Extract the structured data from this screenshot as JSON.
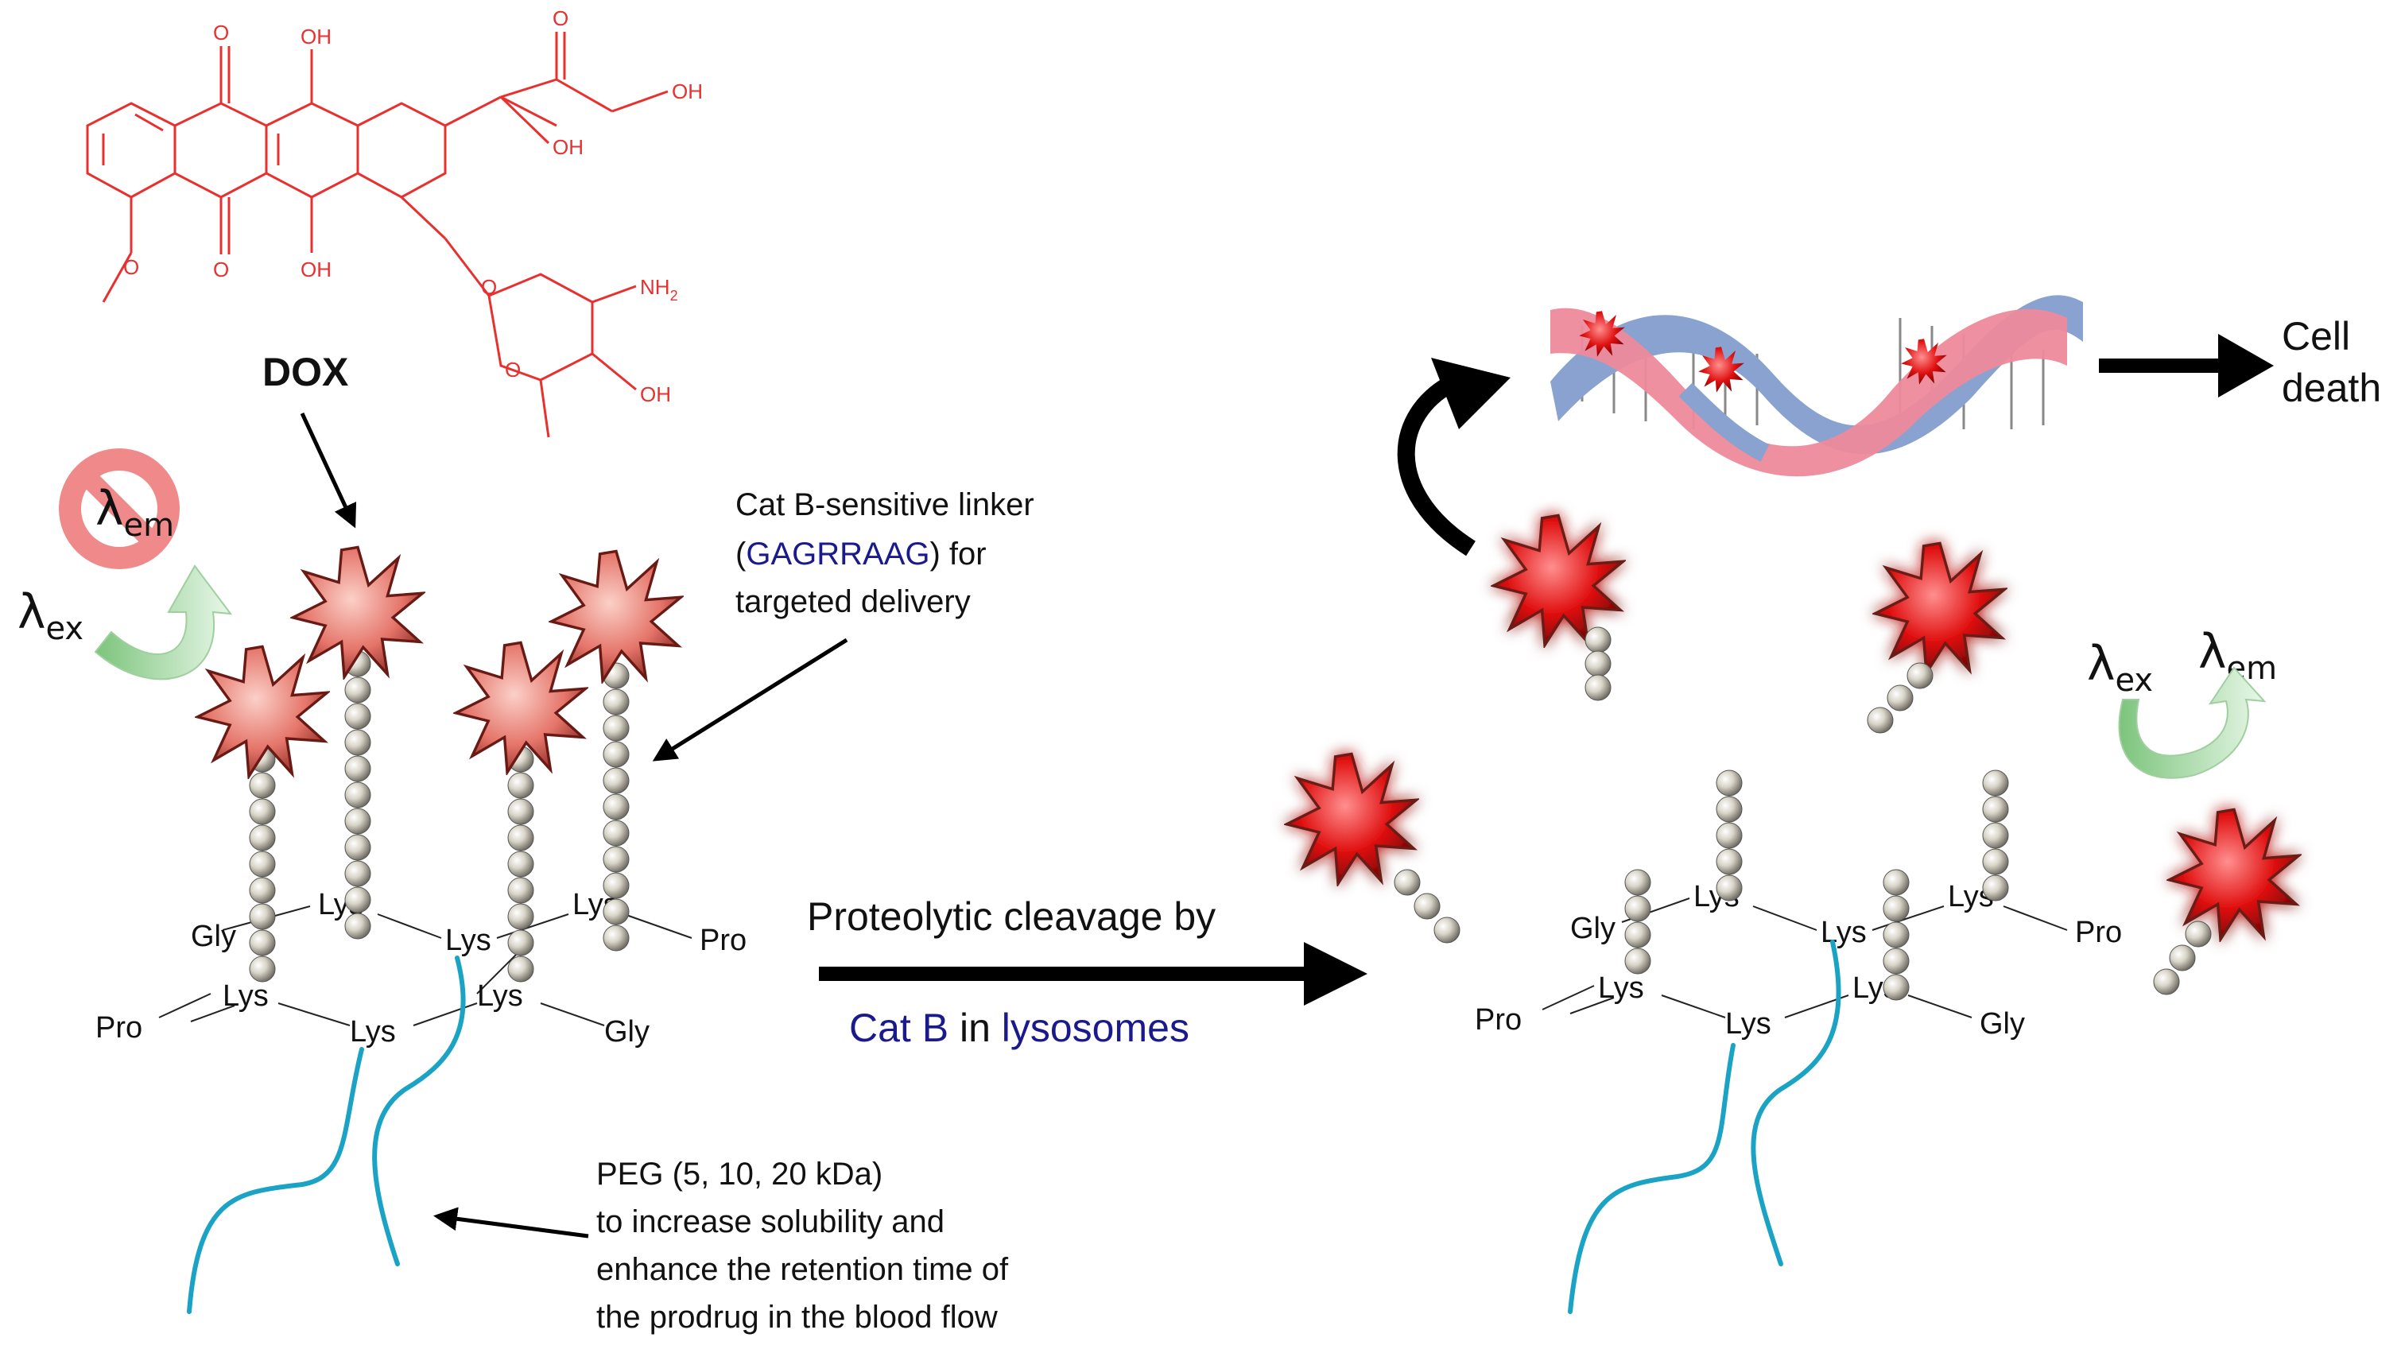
{
  "dox": {
    "label": "DOX",
    "atoms": {
      "o_top": "O",
      "oh_top": "OH",
      "o_ketone": "O",
      "oh_chain": "OH",
      "oh_ring": "OH",
      "o_bottom": "O",
      "oh_bottom": "OH",
      "o_methoxy": "O",
      "o_link": "O",
      "nh2": "NH",
      "nh2_sub": "2",
      "o_sugar": "O",
      "oh_sugar": "OH"
    }
  },
  "emission_block": {
    "lambda": "λ",
    "sub": "em"
  },
  "excitation_left": {
    "lambda": "λ",
    "sub": "ex"
  },
  "linker_note": {
    "line1": "Cat B-sensitive linker",
    "line2_open": "(",
    "line2_seq": "GAGRRAAG",
    "line2_close": ") for",
    "line3": "targeted delivery"
  },
  "peg_note": {
    "line1": "PEG (5, 10, 20 kDa)",
    "line2": "to increase solubility and",
    "line3": "enhance the retention time of",
    "line4": "the prodrug in the blood flow"
  },
  "left_scaffold": {
    "residues": [
      "Gly",
      "Lys",
      "Lys",
      "Lys",
      "Pro",
      "Pro",
      "Lys",
      "Lys",
      "Lys",
      "Gly"
    ]
  },
  "right_scaffold": {
    "residues": [
      "Gly",
      "Lys",
      "Lys",
      "Lys",
      "Pro",
      "Pro",
      "Lys",
      "Lys",
      "Lys",
      "Gly"
    ]
  },
  "reaction": {
    "top": "Proteolytic cleavage by",
    "enzyme": "Cat B",
    "mid": " in ",
    "location": "lysosomes"
  },
  "excitation_right": {
    "lambda_ex": "λ",
    "sub_ex": "ex",
    "lambda_em": "λ",
    "sub_em": "em"
  },
  "outcome": {
    "line1": "Cell",
    "line2": "death"
  },
  "colors": {
    "drug_red": "#e8302f",
    "enzyme_blue": "#1a1a8c",
    "peg_cyan": "#1aa3c4",
    "dna_pink": "#ee8a9b",
    "dna_blue": "#8aa2cf",
    "arrow_green": "#a8d9a8",
    "no_sign": "#f08a8a"
  }
}
